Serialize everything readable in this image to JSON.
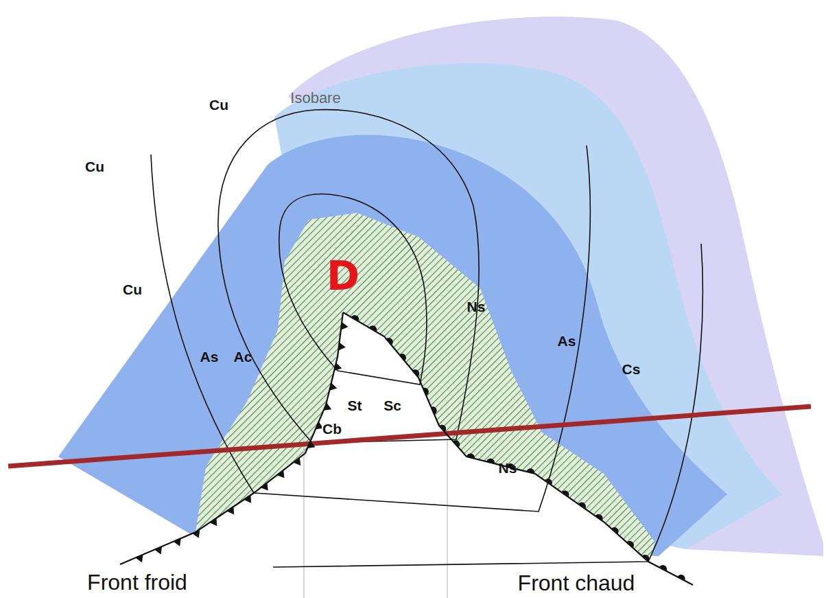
{
  "diagram": {
    "labels": [
      "Cu",
      "Isobare",
      "Cu",
      "Cu",
      "D",
      "Ns",
      "As",
      "Ac",
      "As",
      "Cs",
      "St",
      "Sc",
      "Cb",
      "Ns",
      "Front froid",
      "Front chaud"
    ]
  }
}
